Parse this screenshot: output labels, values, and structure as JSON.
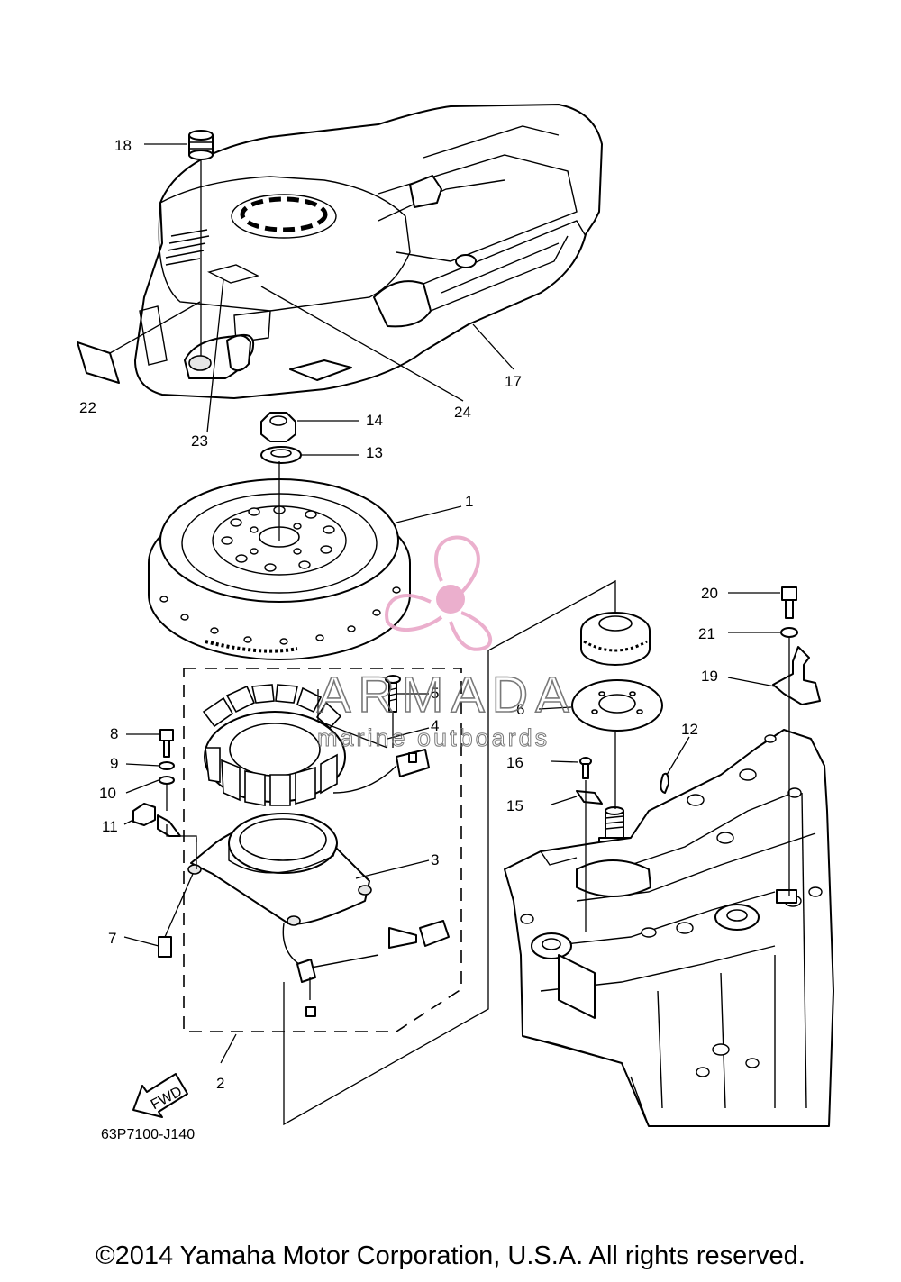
{
  "diagram": {
    "callouts": {
      "c1": "1",
      "c2": "2",
      "c3": "3",
      "c4": "4",
      "c5": "5",
      "c6": "6",
      "c7": "7",
      "c8": "8",
      "c9": "9",
      "c10": "10",
      "c11": "11",
      "c12": "12",
      "c13": "13",
      "c14": "14",
      "c15": "15",
      "c16": "16",
      "c17": "17",
      "c18": "18",
      "c19": "19",
      "c20": "20",
      "c21": "21",
      "c22": "22",
      "c23": "23",
      "c24": "24"
    },
    "fwd_label": "FWD",
    "drawing_code": "63P7100-J140"
  },
  "watermark": {
    "title": "ARMADA",
    "subtitle": "marine outboards",
    "logo_color": "#e9a7c8"
  },
  "footer": {
    "copyright": "©2014 Yamaha Motor Corporation, U.S.A. All rights reserved."
  }
}
